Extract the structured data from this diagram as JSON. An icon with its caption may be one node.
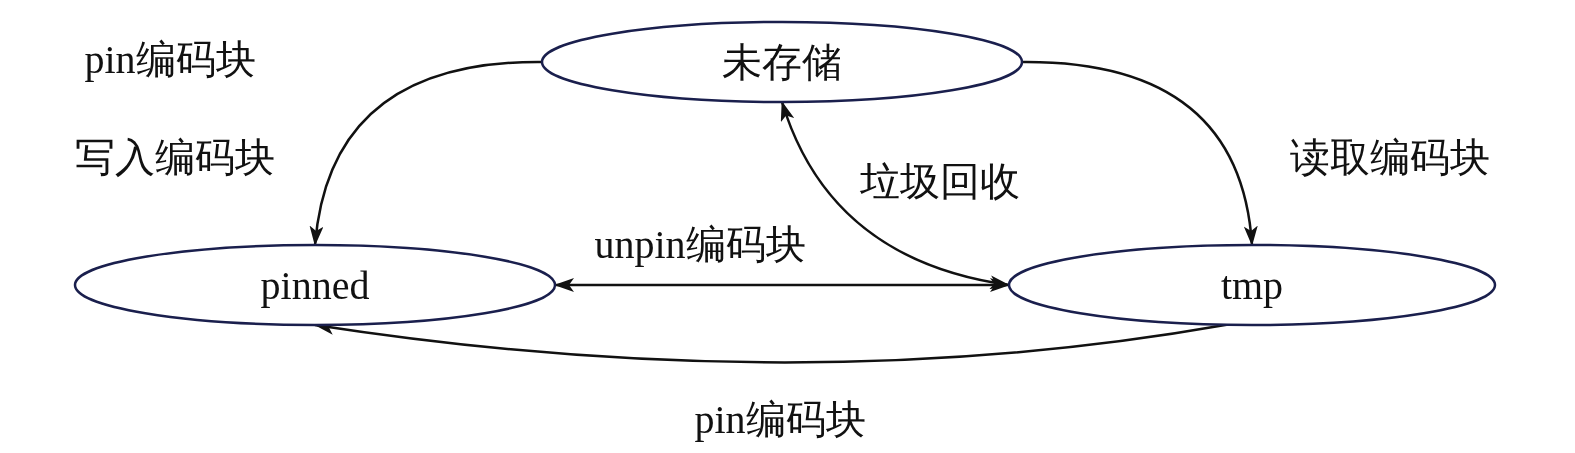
{
  "diagram": {
    "nodes": [
      {
        "text": [
          "未存储"
        ]
      },
      {
        "text": [
          "pinned"
        ]
      },
      {
        "text": [
          "tmp"
        ]
      }
    ],
    "edges": [
      {
        "from": 0,
        "to": 1,
        "arrow": "to",
        "label": "写入编码块"
      },
      {
        "from": 0,
        "to": 2,
        "arrow": "to",
        "label": "读取编码块"
      },
      {
        "from": 0,
        "to": 2,
        "arrow": "both",
        "label": "垃圾回收"
      },
      {
        "from": 1,
        "to": 2,
        "arrow": "both",
        "label": "unpin编码块"
      },
      {
        "from": 2,
        "to": 1,
        "arrow": "to",
        "label": "pin编码块"
      }
    ],
    "labels": [
      "pin编码块"
    ]
  }
}
